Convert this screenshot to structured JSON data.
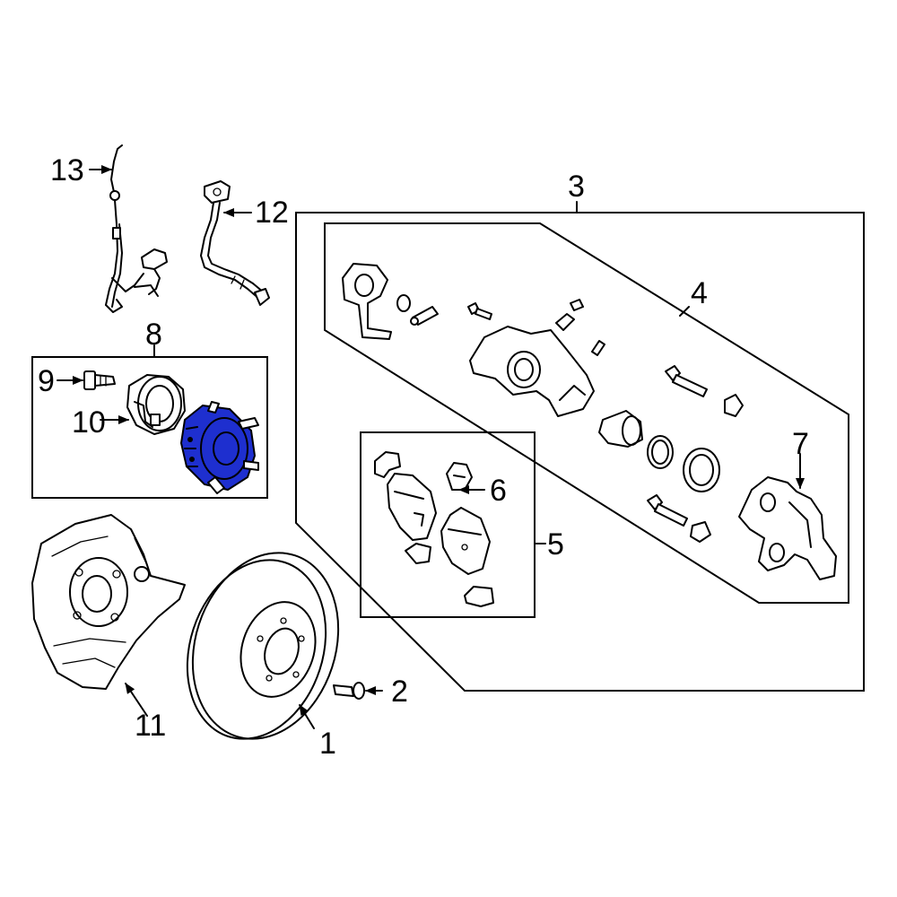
{
  "callouts": {
    "c1": "1",
    "c2": "2",
    "c3": "3",
    "c4": "4",
    "c5": "5",
    "c6": "6",
    "c7": "7",
    "c8": "8",
    "c9": "9",
    "c10": "10",
    "c11": "11",
    "c12": "12",
    "c13": "13"
  },
  "highlight_color": "#1e2fcf"
}
